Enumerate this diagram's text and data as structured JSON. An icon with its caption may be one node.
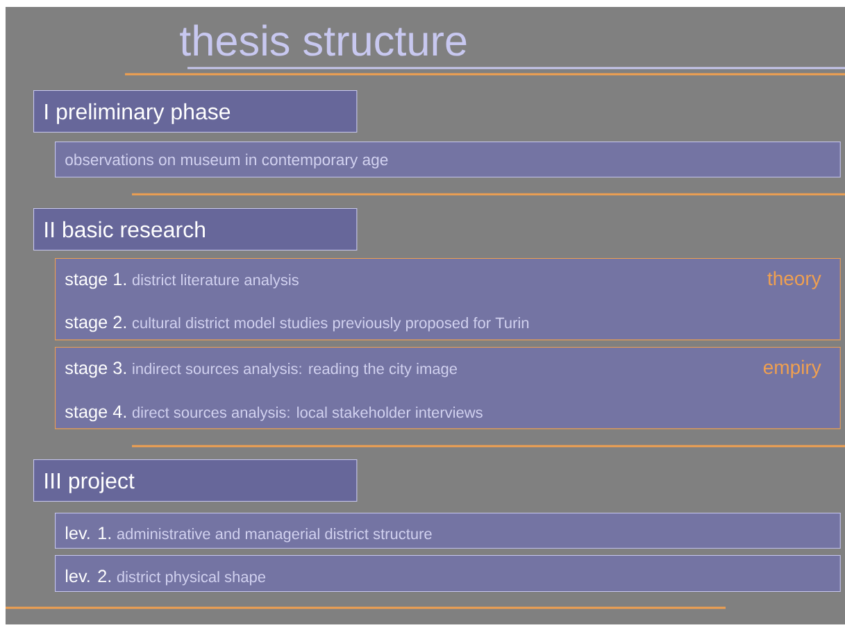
{
  "diagram": {
    "title": "thesis structure",
    "nodes": [
      {
        "text": [
          "I preliminary phase"
        ]
      },
      {
        "text": [
          "observations on museum in contemporary age"
        ]
      },
      {
        "text": [
          "II basic research"
        ]
      },
      {
        "text": [
          "stage 1.",
          "district literature analysis",
          "stage 2.",
          "cultural district model studies previously proposed for Turin",
          "theory"
        ]
      },
      {
        "text": [
          "stage 3.",
          "indirect sources analysis: reading the city image",
          "stage 4.",
          "direct sources analysis: local stakeholder interviews",
          "empiry"
        ]
      },
      {
        "text": [
          "III project"
        ]
      },
      {
        "text": [
          "lev. 1.",
          "administrative and managerial district structure"
        ]
      },
      {
        "text": [
          "lev. 2.",
          "district physical shape"
        ]
      }
    ]
  }
}
